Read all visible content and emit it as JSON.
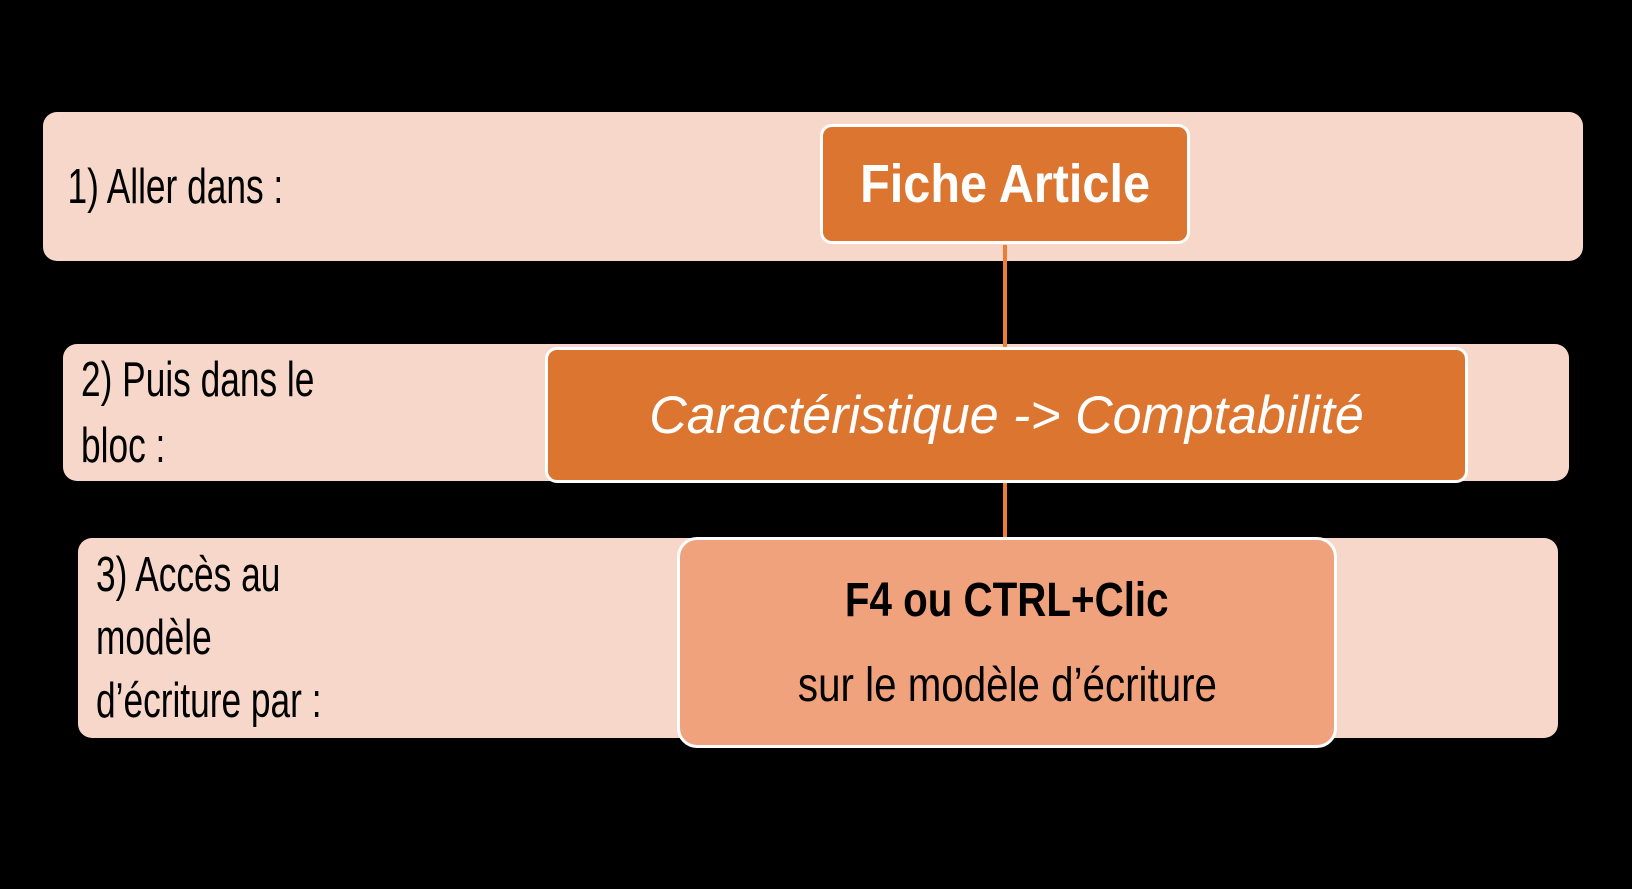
{
  "colors": {
    "background": "#000000",
    "band_fill": "#F6D7C9",
    "band_text": "#000000",
    "node_orange": "#DC7530",
    "node_salmon": "#F0A27C",
    "node_text_light": "#FFFFFF",
    "connector": "#ED7D31"
  },
  "steps": [
    {
      "label_lines": [
        "1) Aller dans :"
      ],
      "node_lines": [
        "Fiche Article"
      ]
    },
    {
      "label_lines": [
        "2) Puis dans le",
        "bloc :"
      ],
      "node_lines": [
        "Caractéristique -> Comptabilité"
      ]
    },
    {
      "label_lines": [
        "3) Accès au",
        "modèle",
        "d’écriture par :"
      ],
      "node_lines": [
        "F4 ou CTRL+Clic",
        "sur le modèle d’écriture"
      ]
    }
  ]
}
